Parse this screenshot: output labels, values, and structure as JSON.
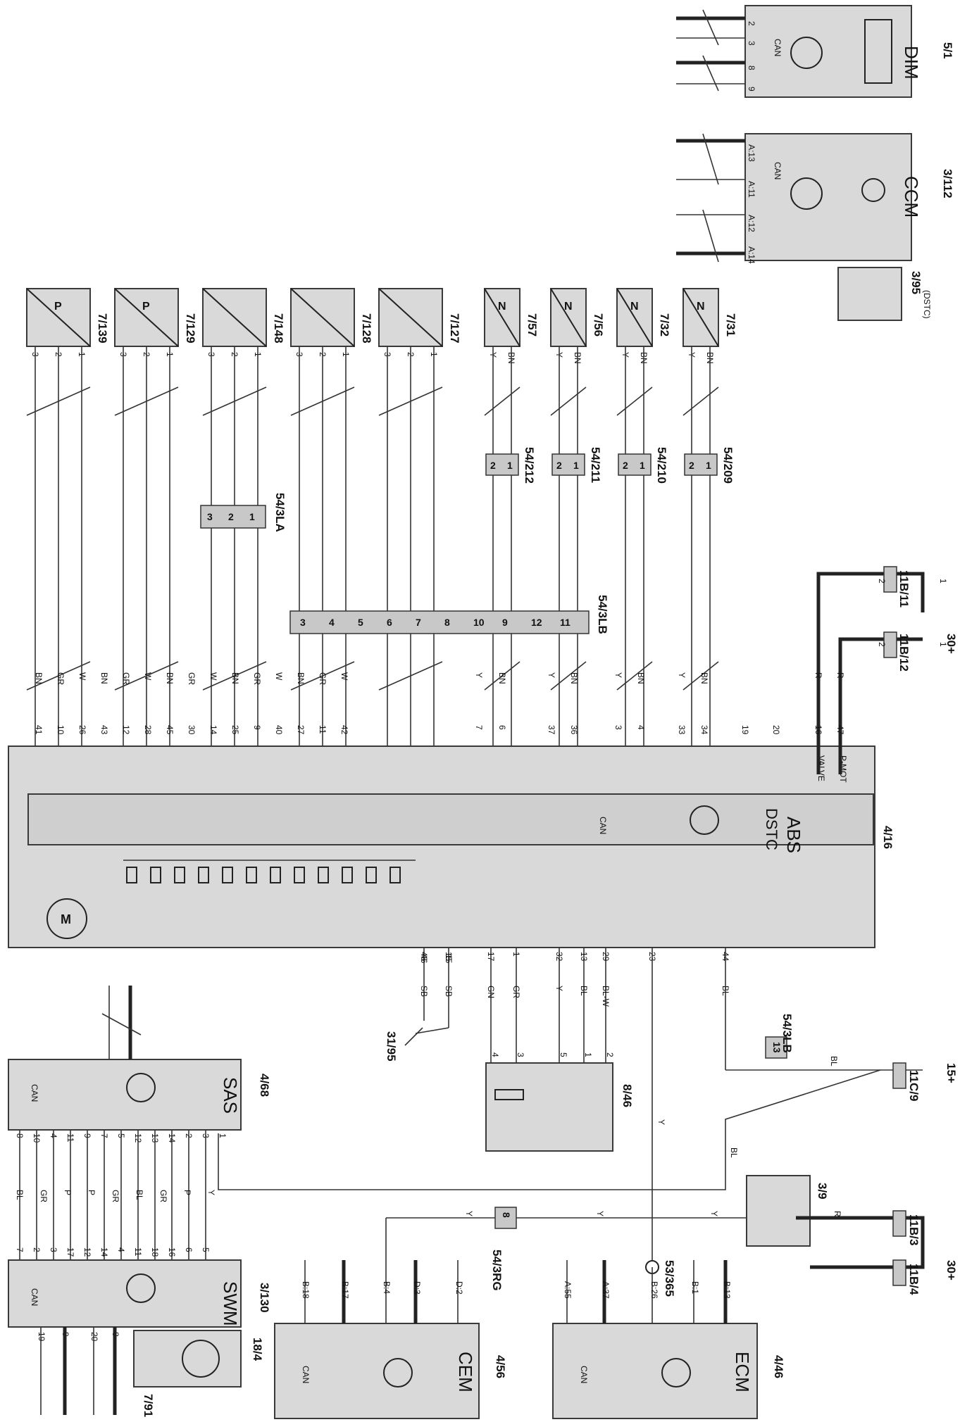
{
  "modules": {
    "dim": {
      "name": "DIM",
      "ref": "5/1",
      "can_label": "CAN",
      "pins": [
        "2",
        "3",
        "8",
        "9"
      ]
    },
    "ccm": {
      "name": "CCM",
      "ref": "3/112",
      "can_label": "CAN",
      "pins": [
        "A:13",
        "A:11",
        "A:12",
        "A:14"
      ]
    },
    "switch_dstc": {
      "ref": "3/95",
      "note": "(DSTC)"
    },
    "abs": {
      "name": "ABS",
      "subname": "DSTC",
      "ref": "4/16",
      "can_label": "CAN",
      "motor": "M",
      "valve_label": "VALVE",
      "pmot_label": "P-MOT"
    },
    "sensor_8_46": {
      "ref": "8/46"
    },
    "sas": {
      "name": "SAS",
      "ref": "4/68",
      "can_label": "CAN"
    },
    "swm": {
      "name": "SWM",
      "ref": "3/130",
      "can_label": "CAN"
    },
    "c18_4": {
      "ref": "18/4"
    },
    "c7_91": {
      "ref": "7/91"
    },
    "relay_3_9": {
      "ref": "3/9"
    },
    "cem": {
      "name": "CEM",
      "ref": "4/56",
      "can_label": "CAN",
      "pins": [
        "B:18",
        "B:17",
        "B:4",
        "D:3",
        "D:2"
      ]
    },
    "ecm": {
      "name": "ECM",
      "ref": "4/46",
      "can_label": "CAN",
      "pins": [
        "A:55",
        "A:37",
        "B:26",
        "B:1",
        "B:13"
      ]
    }
  },
  "sensors": [
    {
      "ref": "7/139",
      "glyph": "P",
      "pins": [
        "3",
        "2",
        "1"
      ]
    },
    {
      "ref": "7/129",
      "glyph": "P",
      "pins": [
        "3",
        "2",
        "1"
      ]
    },
    {
      "ref": "7/148",
      "glyph": "",
      "pins": [
        "3",
        "2",
        "1"
      ]
    },
    {
      "ref": "7/128",
      "glyph": "",
      "pins": [
        "3",
        "2",
        "1"
      ]
    },
    {
      "ref": "7/127",
      "glyph": "",
      "pins": [
        "3",
        "2",
        "1"
      ]
    },
    {
      "ref": "7/57",
      "glyph": "N",
      "pins": [
        "Y",
        "BN"
      ]
    },
    {
      "ref": "7/56",
      "glyph": "N",
      "pins": [
        "Y",
        "BN"
      ]
    },
    {
      "ref": "7/32",
      "glyph": "N",
      "pins": [
        "Y",
        "BN"
      ]
    },
    {
      "ref": "7/31",
      "glyph": "N",
      "pins": [
        "Y",
        "BN"
      ]
    }
  ],
  "connectors": {
    "c54": [
      {
        "ref": "54/212",
        "pins": [
          "2",
          "1"
        ]
      },
      {
        "ref": "54/211",
        "pins": [
          "2",
          "1"
        ]
      },
      {
        "ref": "54/210",
        "pins": [
          "2",
          "1"
        ]
      },
      {
        "ref": "54/209",
        "pins": [
          "2",
          "1"
        ]
      }
    ],
    "c54_3lb": {
      "ref": "54/3LB",
      "pins": [
        "3",
        "4",
        "5",
        "6",
        "7",
        "8",
        "10",
        "9",
        "12",
        "11"
      ]
    },
    "c54_3la": {
      "ref": "54/3LA",
      "pins": [
        "3",
        "2",
        "1"
      ]
    }
  },
  "sensor_wire_colors": [
    "BN",
    "GR",
    "W"
  ],
  "wheel_wire_colors": [
    "Y",
    "BN"
  ],
  "abs_top": {
    "pins": [
      "41",
      "10",
      "26",
      "43",
      "12",
      "28",
      "45",
      "30",
      "14",
      "25",
      "9",
      "40",
      "27",
      "11",
      "42",
      "7",
      "6",
      "37",
      "36",
      "3",
      "4",
      "33",
      "34",
      "19",
      "20",
      "16",
      "47"
    ],
    "colors": [
      "BN",
      "GR",
      "W",
      "BN",
      "GR",
      "W",
      "BN",
      "GR",
      "W",
      "BN",
      "GR",
      "W",
      "BN",
      "GR",
      "W",
      "Y",
      "BN",
      "Y",
      "BN",
      "Y",
      "BN",
      "Y",
      "BN",
      "",
      "",
      "R",
      "R"
    ]
  },
  "abs_bottom": {
    "pins": [
      "46",
      "15",
      "17",
      "1",
      "32",
      "13",
      "29",
      "23",
      "44"
    ],
    "colors": [
      "SB",
      "SB",
      "GN",
      "GR",
      "Y",
      "BL",
      "BL-W",
      "",
      "BL"
    ]
  },
  "sensor_8_46_pins": [
    "4",
    "3",
    "5",
    "1",
    "2"
  ],
  "ground": {
    "ref": "31/95",
    "pin_a": "46",
    "pin_b": "15",
    "color": "SB"
  },
  "power": {
    "supply_top": "30+",
    "supply_mid": "15+",
    "supply_bottom": "30+",
    "f11b11": {
      "ref": "11B/11",
      "pin_in": "2",
      "pin_out": "1"
    },
    "f11b12": {
      "ref": "11B/12",
      "pin_in": "2",
      "pin_out": "1"
    },
    "f11c9": {
      "ref": "11C/9",
      "color_a": "BL",
      "color_b": "BL"
    },
    "c54_3lb_13": {
      "ref": "54/3LB",
      "pin": "13"
    },
    "f11b3": {
      "ref": "11B/3"
    },
    "f11b4": {
      "ref": "11B/4"
    },
    "relay_color": "R"
  },
  "can_bus": {
    "junction_ref": "53/365",
    "c54_3rg_ref": "54/3RG",
    "c54_3rg_pin": "8",
    "color": "Y"
  },
  "sas_pins": [
    "8",
    "10",
    "4",
    "11",
    "9",
    "7",
    "5",
    "12",
    "13",
    "14",
    "2",
    "3",
    "1"
  ],
  "sas_colors": [
    "BL",
    "GR",
    "P",
    "P",
    "GR",
    "BL",
    "GR",
    "P",
    "Y"
  ],
  "swm_pins": [
    "7",
    "2",
    "3",
    "17",
    "12",
    "14",
    "4",
    "11",
    "18",
    "16",
    "6",
    "5"
  ],
  "swm_bottom_pins": [
    "19",
    "9",
    "20",
    "8"
  ]
}
